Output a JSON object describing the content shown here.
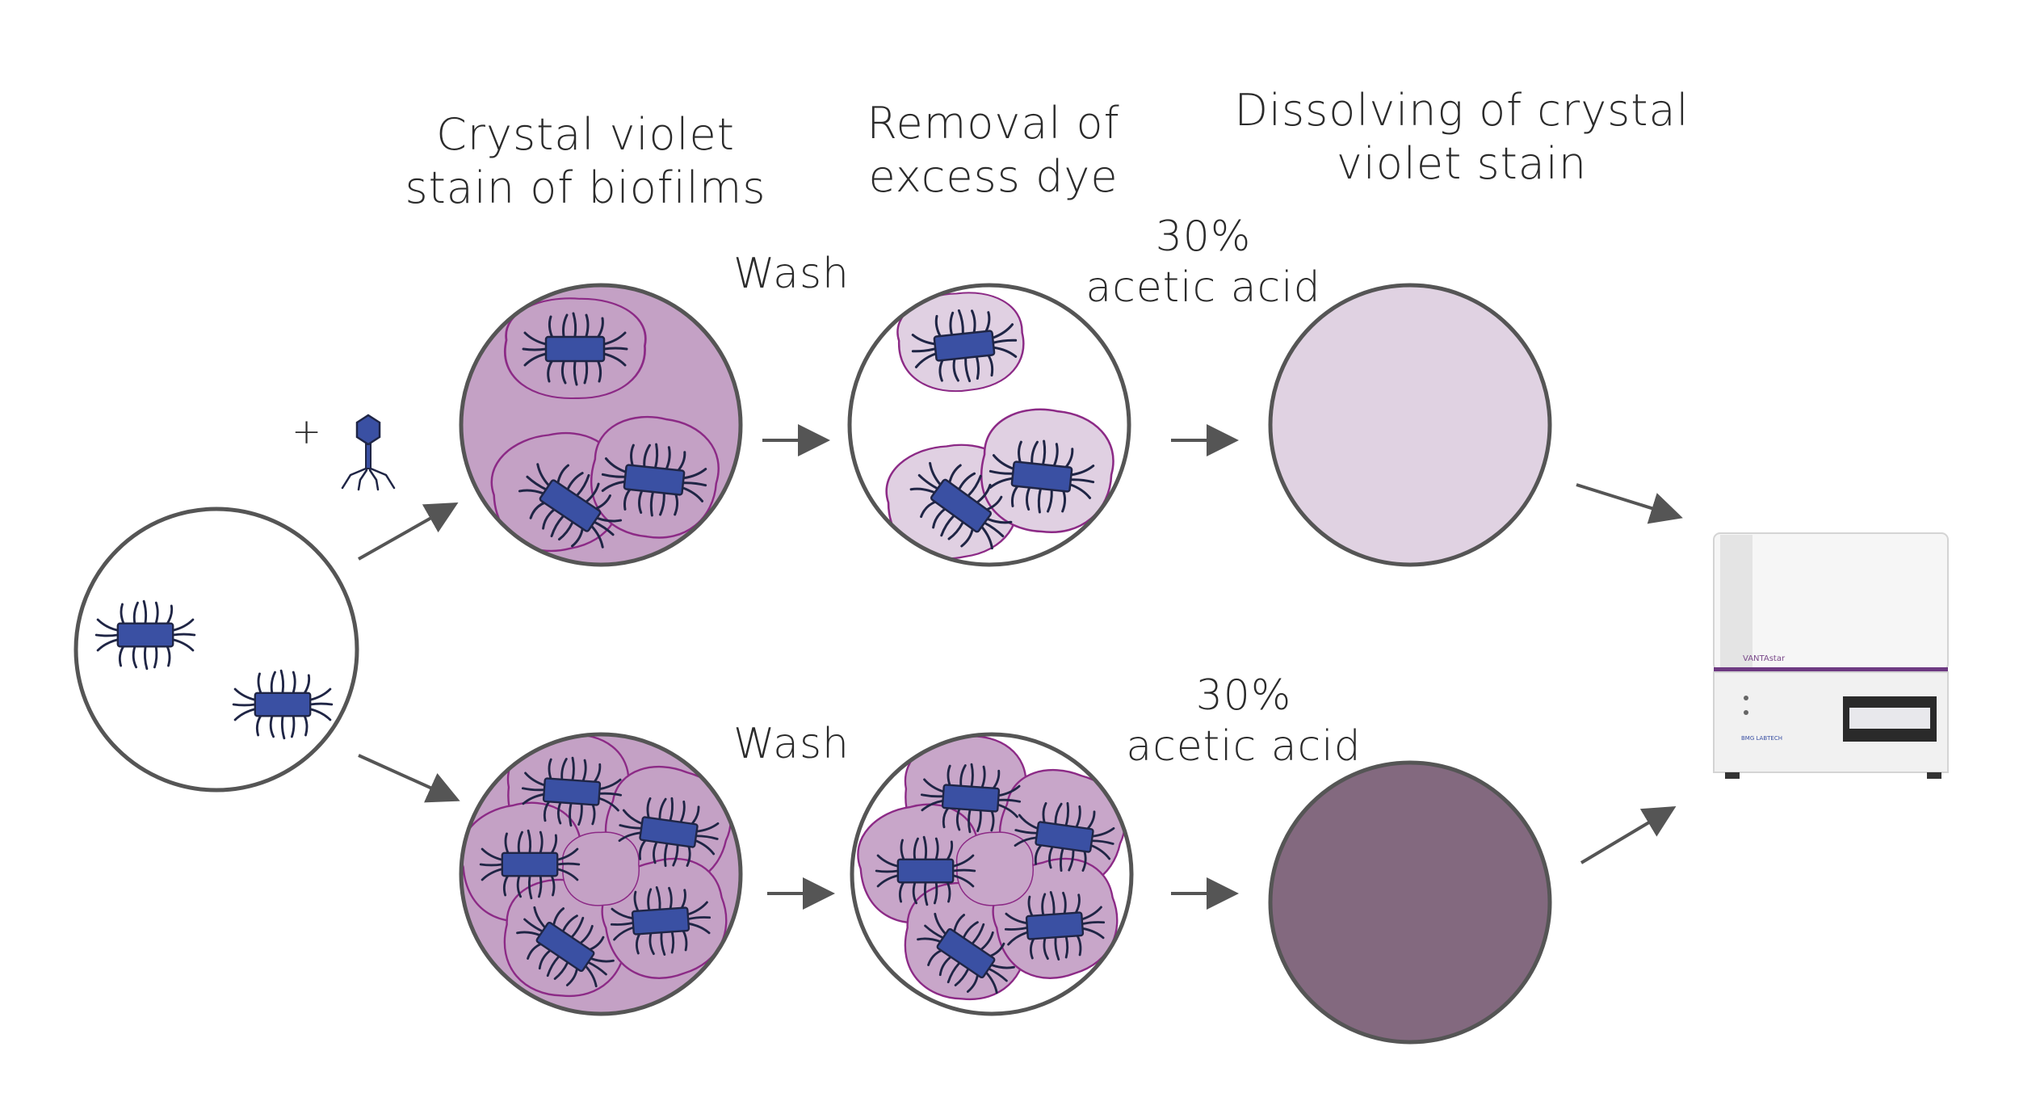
{
  "headings": {
    "stain": [
      "Crystal violet",
      "stain of biofilms"
    ],
    "removal": [
      "Removal of",
      "excess dye"
    ],
    "dissolve": [
      "Dissolving of crystal",
      "violet stain"
    ]
  },
  "steps": {
    "wash_top": "Wash",
    "wash_bottom": "Wash",
    "acid_top": [
      "30%",
      "acetic acid"
    ],
    "acid_bottom": [
      "30%",
      "acetic acid"
    ],
    "plus": "+"
  },
  "instrument": {
    "brand_text": "VANTAstar",
    "maker_text": "BMG LABTECH"
  },
  "colors": {
    "stain_background": "#c4a1c5",
    "biofilm_fill": "#d5b8d6",
    "biofilm_outline": "#8c2a86",
    "bacterium_fill": "#3a50a3",
    "flagella": "#1f2545",
    "light_result": "#e0d2e2",
    "dark_result": "#83697f",
    "circle_outline": "#555555",
    "arrow": "#555555"
  }
}
